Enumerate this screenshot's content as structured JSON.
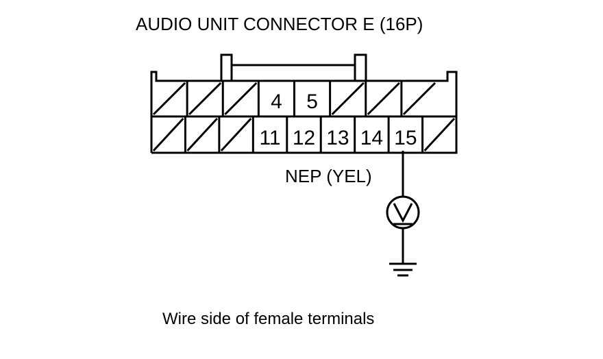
{
  "title": "AUDIO UNIT CONNECTOR E (16P)",
  "caption": "Wire side of female terminals",
  "wire_label": "NEP (YEL)",
  "meter_symbol": "voltmeter-icon",
  "ground_symbol": "ground-icon",
  "top_row": [
    {
      "label": "",
      "empty": true
    },
    {
      "label": "",
      "empty": true
    },
    {
      "label": "",
      "empty": true
    },
    {
      "label": "4",
      "empty": false
    },
    {
      "label": "5",
      "empty": false
    },
    {
      "label": "",
      "empty": true
    },
    {
      "label": "",
      "empty": true
    },
    {
      "label": "",
      "empty": true
    }
  ],
  "bottom_row": [
    {
      "label": "",
      "empty": true
    },
    {
      "label": "",
      "empty": true
    },
    {
      "label": "",
      "empty": true
    },
    {
      "label": "11",
      "empty": false
    },
    {
      "label": "12",
      "empty": false
    },
    {
      "label": "13",
      "empty": false
    },
    {
      "label": "14",
      "empty": false
    },
    {
      "label": "15",
      "empty": false
    },
    {
      "label": "",
      "empty": true
    }
  ],
  "probe_terminal": "15"
}
